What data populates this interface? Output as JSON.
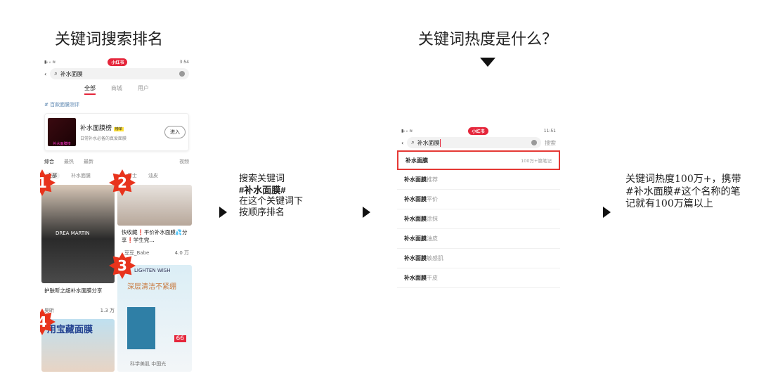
{
  "left": {
    "title": "关键词搜索排名",
    "phone": {
      "status_logo": "小红书",
      "status_time": "3:54",
      "query": "补水面膜",
      "tabs": [
        "全部",
        "商城",
        "用户"
      ],
      "hashtag": "# 百款面膜测评",
      "card": {
        "thumb_text": "补水面膜榜",
        "name": "补水面膜榜",
        "badge": "榜单",
        "desc": "日常补水必备的真爱面膜",
        "button": "进入"
      },
      "sort": [
        "综合",
        "最热",
        "最新"
      ],
      "video_filter": "视频",
      "chips": [
        "全部",
        "补水面膜",
        "",
        "男士",
        "油皮"
      ],
      "posts": [
        {
          "title": "护肤昕之超补水面膜分享",
          "author": "昊昕",
          "likes": "1.3 万",
          "image_text": "DREA MARTIN"
        },
        {
          "title": "快收藏❗平价补水面膜💦分享❗学生党…",
          "author": "豆豆_Babe",
          "likes": "4.0 万"
        },
        {
          "brand": "LIGHTEN WISH",
          "headline": "深层清洁不紧绷",
          "price": "66",
          "footer": "科学美肌 中国光"
        },
        {
          "image_text": "用宝藏面膜"
        }
      ],
      "ranks": [
        "1",
        "2",
        "3",
        "4"
      ]
    }
  },
  "middle_note": {
    "line1": "搜索关键词",
    "keyword": "#补水面膜#",
    "line3": "在这个关键词下",
    "line4": "按顺序排名"
  },
  "right": {
    "title": "关键词热度是什么？",
    "phone": {
      "status_logo": "小红书",
      "status_time": "11:51",
      "query": "补水面膜",
      "search_button": "搜索",
      "top": {
        "keyword": "补水面膜",
        "count": "100万+篇笔记"
      },
      "suggestions": [
        {
          "base": "补水面膜",
          "suffix": "推荐"
        },
        {
          "base": "补水面膜",
          "suffix": "平价"
        },
        {
          "base": "补水面膜",
          "suffix": "涂抹"
        },
        {
          "base": "补水面膜",
          "suffix": "油皮"
        },
        {
          "base": "补水面膜",
          "suffix": "敏感肌"
        },
        {
          "base": "补水面膜",
          "suffix": "干皮"
        }
      ]
    }
  },
  "right_note": {
    "text": "关键词热度100万+，携带#补水面膜#这个名称的笔记就有100万篇以上"
  },
  "colors": {
    "accent": "#e5263b",
    "highlight_border": "#e53935",
    "rank_star": "#e8331c"
  }
}
